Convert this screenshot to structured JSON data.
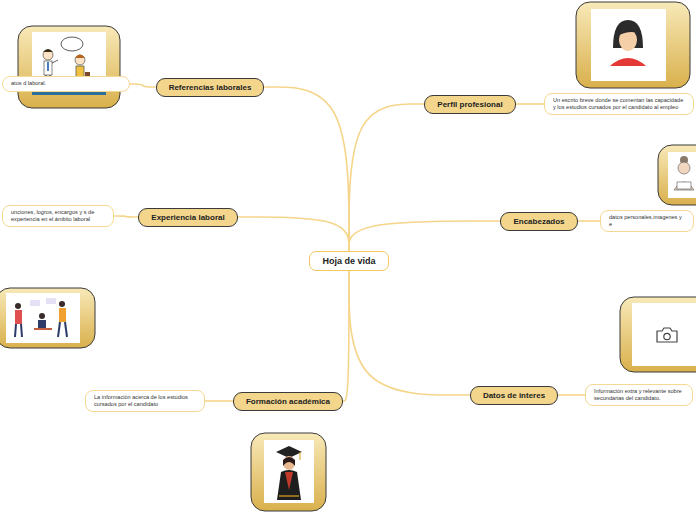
{
  "diagram": {
    "nodes": [
      {
        "text": [
          "Hoja de vida"
        ]
      },
      {
        "text": [
          "Referencias laborales"
        ]
      },
      {
        "text": [
          "Perfil profesional"
        ]
      },
      {
        "text": [
          "Experiencia laboral"
        ]
      },
      {
        "text": [
          "Encabezados"
        ]
      },
      {
        "text": [
          "Formación académica"
        ]
      },
      {
        "text": [
          "Datos de interes"
        ]
      },
      {
        "text": [
          "atos d laboral."
        ]
      },
      {
        "text": [
          "Un escrito breve donde se comentan las capacidade y los estudios cursados por el candidato al empleo"
        ]
      },
      {
        "text": [
          "unciones, logros, encargos y s de experiencia en el ámbito laboral"
        ]
      },
      {
        "text": [
          "datos personales,imagenes y e"
        ]
      },
      {
        "text": [
          "La información acerca de los estudios cursados por el candidato"
        ]
      },
      {
        "text": [
          "Información extra y relevante sobre secundarias del candidato."
        ]
      }
    ],
    "edges": [
      {
        "from": 0,
        "to": 1,
        "arrow": "none"
      },
      {
        "from": 0,
        "to": 2,
        "arrow": "none"
      },
      {
        "from": 0,
        "to": 3,
        "arrow": "none"
      },
      {
        "from": 0,
        "to": 4,
        "arrow": "none"
      },
      {
        "from": 0,
        "to": 5,
        "arrow": "none"
      },
      {
        "from": 0,
        "to": 6,
        "arrow": "none"
      },
      {
        "from": 1,
        "to": 7,
        "arrow": "none"
      },
      {
        "from": 2,
        "to": 8,
        "arrow": "none"
      },
      {
        "from": 3,
        "to": 9,
        "arrow": "none"
      },
      {
        "from": 4,
        "to": 10,
        "arrow": "none"
      },
      {
        "from": 5,
        "to": 11,
        "arrow": "none"
      },
      {
        "from": 6,
        "to": 12,
        "arrow": "none"
      }
    ]
  }
}
